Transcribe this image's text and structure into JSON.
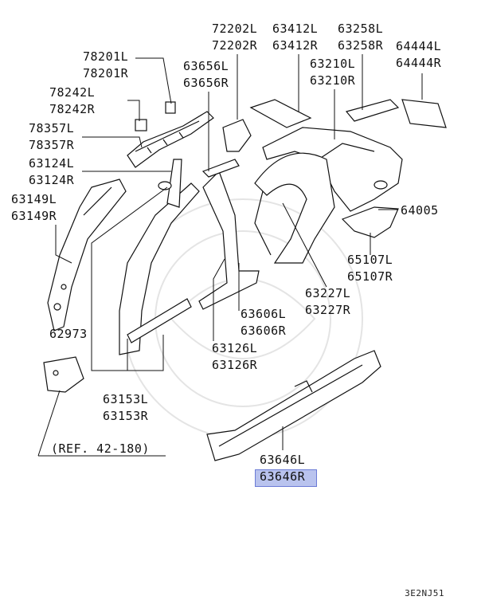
{
  "labels": {
    "p78201": [
      "78201L",
      "78201R"
    ],
    "p78242": [
      "78242L",
      "78242R"
    ],
    "p78357": [
      "78357L",
      "78357R"
    ],
    "p63124": [
      "63124L",
      "63124R"
    ],
    "p63149": [
      "63149L",
      "63149R"
    ],
    "p72202": [
      "72202L",
      "72202R"
    ],
    "p63412": [
      "63412L",
      "63412R"
    ],
    "p63258": [
      "63258L",
      "63258R"
    ],
    "p64444": [
      "64444L",
      "64444R"
    ],
    "p63656": [
      "63656L",
      "63656R"
    ],
    "p63210": [
      "63210L",
      "63210R"
    ],
    "p64005": [
      "64005"
    ],
    "p65107": [
      "65107L",
      "65107R"
    ],
    "p63227": [
      "63227L",
      "63227R"
    ],
    "p63606": [
      "63606L",
      "63606R"
    ],
    "p62973": [
      "62973"
    ],
    "p63126": [
      "63126L",
      "63126R"
    ],
    "p63153": [
      "63153L",
      "63153R"
    ],
    "p63646": [
      "63646L",
      "63646R"
    ]
  },
  "reference": "(REF. 42-180)",
  "highlighted_part": "63646R",
  "diagram_code": "3E2NJ51",
  "colors": {
    "highlight": "#b9c3ee",
    "line": "#111111"
  }
}
